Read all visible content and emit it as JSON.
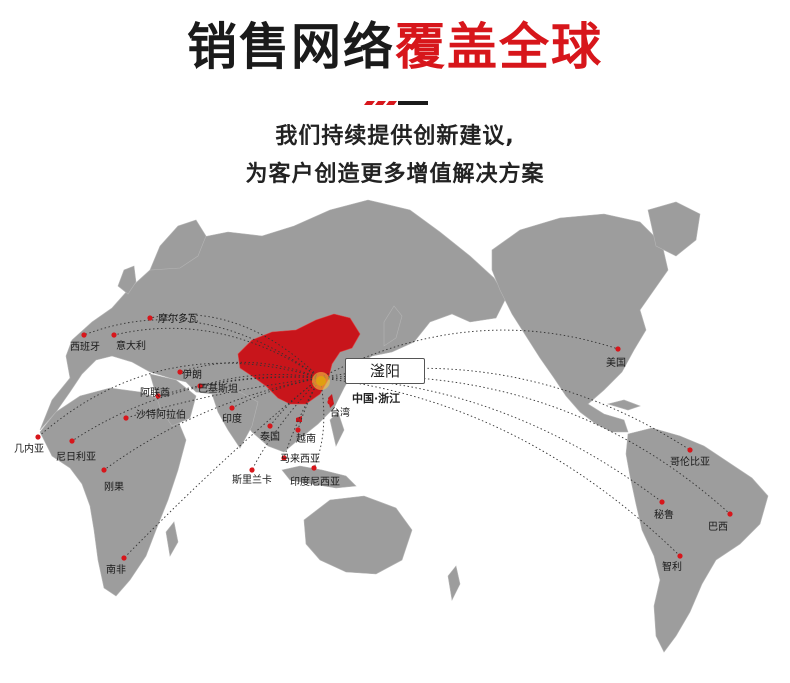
{
  "header": {
    "title_black": "销售网络",
    "title_red": "覆盖全球",
    "subtitle_line1": "我们持续提供创新建议,",
    "subtitle_line2": "为客户创造更多增值解决方案"
  },
  "hq": {
    "city": "滏阳",
    "region": "中国·浙江"
  },
  "destinations": [
    {
      "key": "spain",
      "label": "西班牙"
    },
    {
      "key": "italy",
      "label": "意大利"
    },
    {
      "key": "moldova",
      "label": "摩尔多瓦"
    },
    {
      "key": "iran",
      "label": "伊朗"
    },
    {
      "key": "uae",
      "label": "阿联酋"
    },
    {
      "key": "pakistan",
      "label": "巴基斯坦"
    },
    {
      "key": "saudi",
      "label": "沙特阿拉伯"
    },
    {
      "key": "india",
      "label": "印度"
    },
    {
      "key": "thailand",
      "label": "泰国"
    },
    {
      "key": "vietnam",
      "label": "越南"
    },
    {
      "key": "malaysia",
      "label": "马来西亚"
    },
    {
      "key": "srilanka",
      "label": "斯里兰卡"
    },
    {
      "key": "indonesia",
      "label": "印度尼西亚"
    },
    {
      "key": "taiwan",
      "label": "台湾"
    },
    {
      "key": "guinea",
      "label": "几内亚"
    },
    {
      "key": "nigeria",
      "label": "尼日利亚"
    },
    {
      "key": "congo",
      "label": "刚果"
    },
    {
      "key": "southafrica",
      "label": "南非"
    },
    {
      "key": "usa",
      "label": "美国"
    },
    {
      "key": "colombia",
      "label": "哥伦比亚"
    },
    {
      "key": "peru",
      "label": "秘鲁"
    },
    {
      "key": "brazil",
      "label": "巴西"
    },
    {
      "key": "chile",
      "label": "智利"
    }
  ],
  "colors": {
    "accent_red": "#d7161b",
    "land_gray": "#9d9d9d",
    "china_red": "#c8151b",
    "text_dark": "#1a1a1a"
  }
}
